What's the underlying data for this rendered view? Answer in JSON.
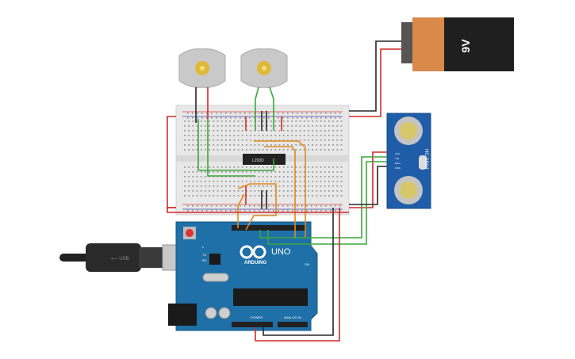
{
  "battery": {
    "label": "9V",
    "body_color": "#1f1f1f",
    "cap_color": "#d9894a"
  },
  "motors": [
    {
      "name": "dc-motor-left"
    },
    {
      "name": "dc-motor-right"
    }
  ],
  "driver_chip": {
    "label": "L293D"
  },
  "sensor": {
    "model": "HC-SR04",
    "pins": [
      "VCC",
      "Trig",
      "Echo",
      "GND"
    ]
  },
  "arduino": {
    "brand": "ARDUINO",
    "model": "UNO",
    "power_label": "POWER",
    "analog_label": "ANALOG IN",
    "pins_tx": "TX",
    "pins_rx": "RX",
    "pin_l": "L",
    "pin_on": "ON",
    "board_color": "#1f6fa8"
  },
  "colors": {
    "red_wire": "#d12a2a",
    "black_wire": "#262626",
    "green_wire": "#3aa83a",
    "orange_wire": "#e08a1e"
  }
}
